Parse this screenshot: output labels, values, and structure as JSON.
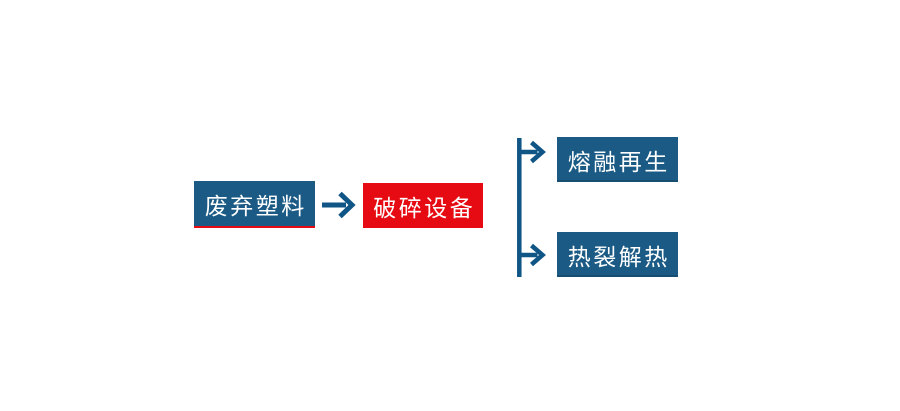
{
  "diagram": {
    "title": "waste-plastic-recycling-flowchart",
    "nodes": {
      "source": {
        "label": "废弃塑料"
      },
      "process": {
        "label": "破碎设备"
      },
      "output_top": {
        "label": "熔融再生"
      },
      "output_bottom": {
        "label": "热裂解热"
      }
    },
    "colors": {
      "node_blue": "#1a5a84",
      "node_red": "#e60b12",
      "connector_blue": "#0f5586",
      "source_accent_border": "#e60b12",
      "node_text": "#ffffff",
      "background": "#ffffff"
    }
  }
}
